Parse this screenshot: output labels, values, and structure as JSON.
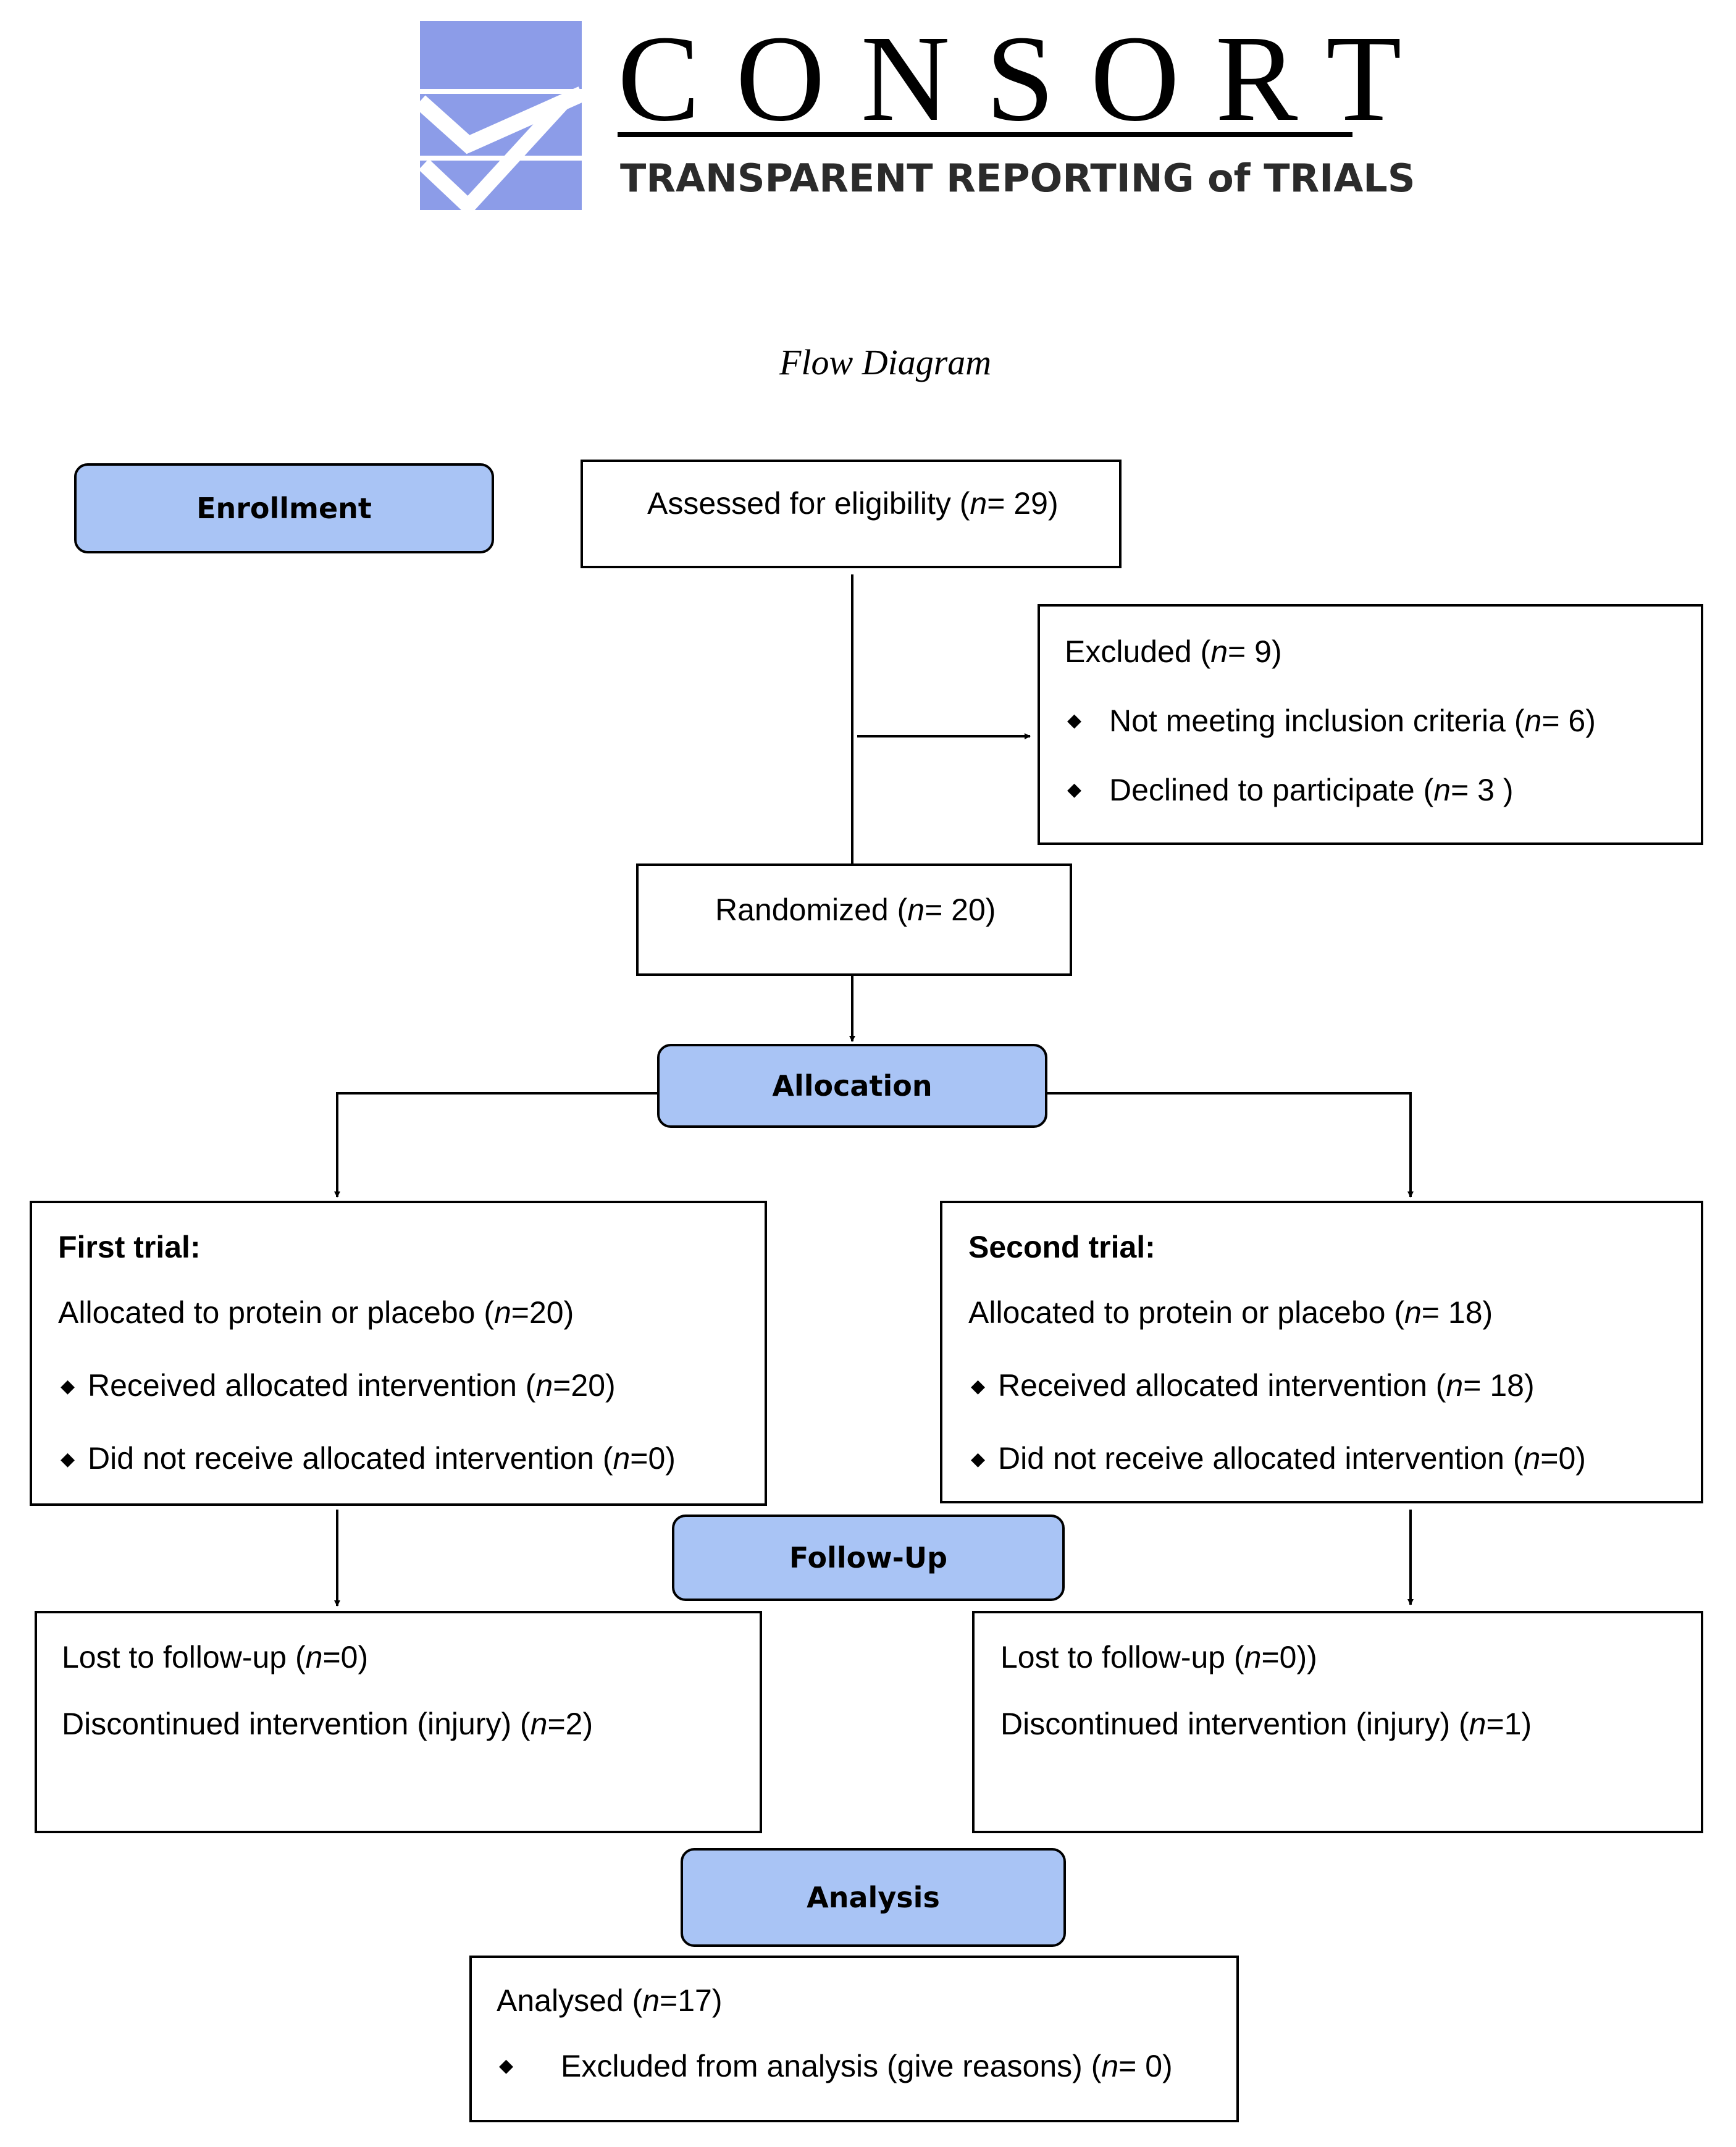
{
  "logo": {
    "wordmark": "CONSORT",
    "tagline": "TRANSPARENT REPORTING of TRIALS",
    "color": "#8c9ce8"
  },
  "title": "Flow Diagram",
  "stages": {
    "enrollment": "Enrollment",
    "allocation": "Allocation",
    "follow_up": "Follow-Up",
    "analysis": "Analysis"
  },
  "assessed": {
    "text": "Assessed for eligibility (",
    "n_label": "n",
    "value": "= 29)"
  },
  "excluded": {
    "heading": {
      "text": "Excluded (",
      "n_label": "n",
      "value": "= 9)"
    },
    "items": [
      {
        "text": "Not meeting inclusion criteria (",
        "n_label": "n",
        "value": "= 6)"
      },
      {
        "text": "Declined to participate (",
        "n_label": "n",
        "value": "= 3 )"
      }
    ]
  },
  "randomized": {
    "text": "Randomized (",
    "n_label": "n",
    "value": "= 20)"
  },
  "first_trial": {
    "heading": "First trial:",
    "allocated": {
      "text": "Allocated to protein or placebo (",
      "n_label": "n",
      "value": "=20)"
    },
    "received": {
      "text": "Received allocated intervention (",
      "n_label": "n",
      "value": "=20)"
    },
    "not_received": {
      "text": "Did not receive allocated intervention (",
      "n_label": "n",
      "value": "=0)"
    },
    "lost": {
      "text": "Lost to follow-up (",
      "n_label": "n",
      "value": "=0)"
    },
    "discontinued": {
      "text": "Discontinued intervention (injury) (",
      "n_label": "n",
      "value": "=2)"
    }
  },
  "second_trial": {
    "heading": "Second trial:",
    "allocated": {
      "text": "Allocated to protein or placebo (",
      "n_label": "n",
      "value": "= 18)"
    },
    "received": {
      "text": "Received allocated intervention (",
      "n_label": "n",
      "value": "= 18)"
    },
    "not_received": {
      "text": "Did not receive allocated intervention (",
      "n_label": "n",
      "value": "=0)"
    },
    "lost": {
      "text": "Lost to follow-up (",
      "n_label": "n",
      "value": "=0))"
    },
    "discontinued": {
      "text": "Discontinued intervention (injury) (",
      "n_label": "n",
      "value": "=1)"
    }
  },
  "analysed": {
    "main": {
      "text": "Analysed (",
      "n_label": "n",
      "value": "=17)"
    },
    "excluded": {
      "text": "Excluded from analysis (give reasons) (",
      "n_label": "n",
      "value": "= 0)"
    }
  },
  "bullet_glyph": "◆"
}
